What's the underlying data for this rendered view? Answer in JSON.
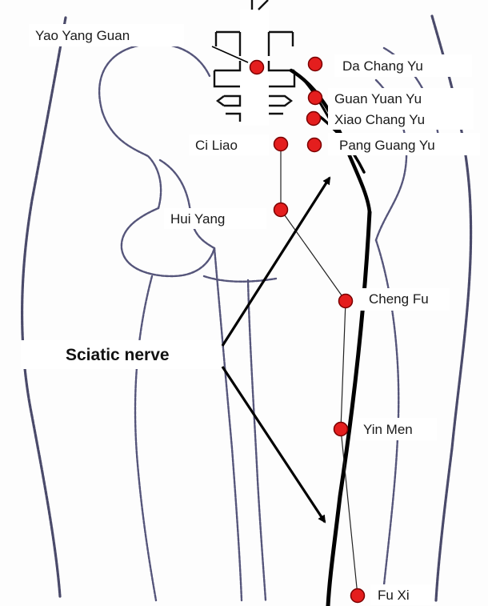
{
  "title": "",
  "points": [
    {
      "id": "yao-yang-guan",
      "label": "Yao Yang Guan"
    },
    {
      "id": "da-chang-yu",
      "label": "Da Chang Yu"
    },
    {
      "id": "guan-yuan-yu",
      "label": "Guan Yuan Yu"
    },
    {
      "id": "xiao-chang-yu",
      "label": "Xiao Chang Yu"
    },
    {
      "id": "ci-liao",
      "label": "Ci Liao"
    },
    {
      "id": "pang-guang-yu",
      "label": "Pang Guang Yu"
    },
    {
      "id": "hui-yang",
      "label": "Hui Yang"
    },
    {
      "id": "cheng-fu",
      "label": "Cheng Fu"
    },
    {
      "id": "yin-men",
      "label": "Yin Men"
    },
    {
      "id": "fu-xi",
      "label": "Fu Xi"
    }
  ],
  "nerve_label": "Sciatic nerve",
  "colors": {
    "point_fill": "#e41e1e",
    "point_stroke": "#7a0000",
    "outline": "#4a4a6a",
    "nerve": "#000000"
  }
}
